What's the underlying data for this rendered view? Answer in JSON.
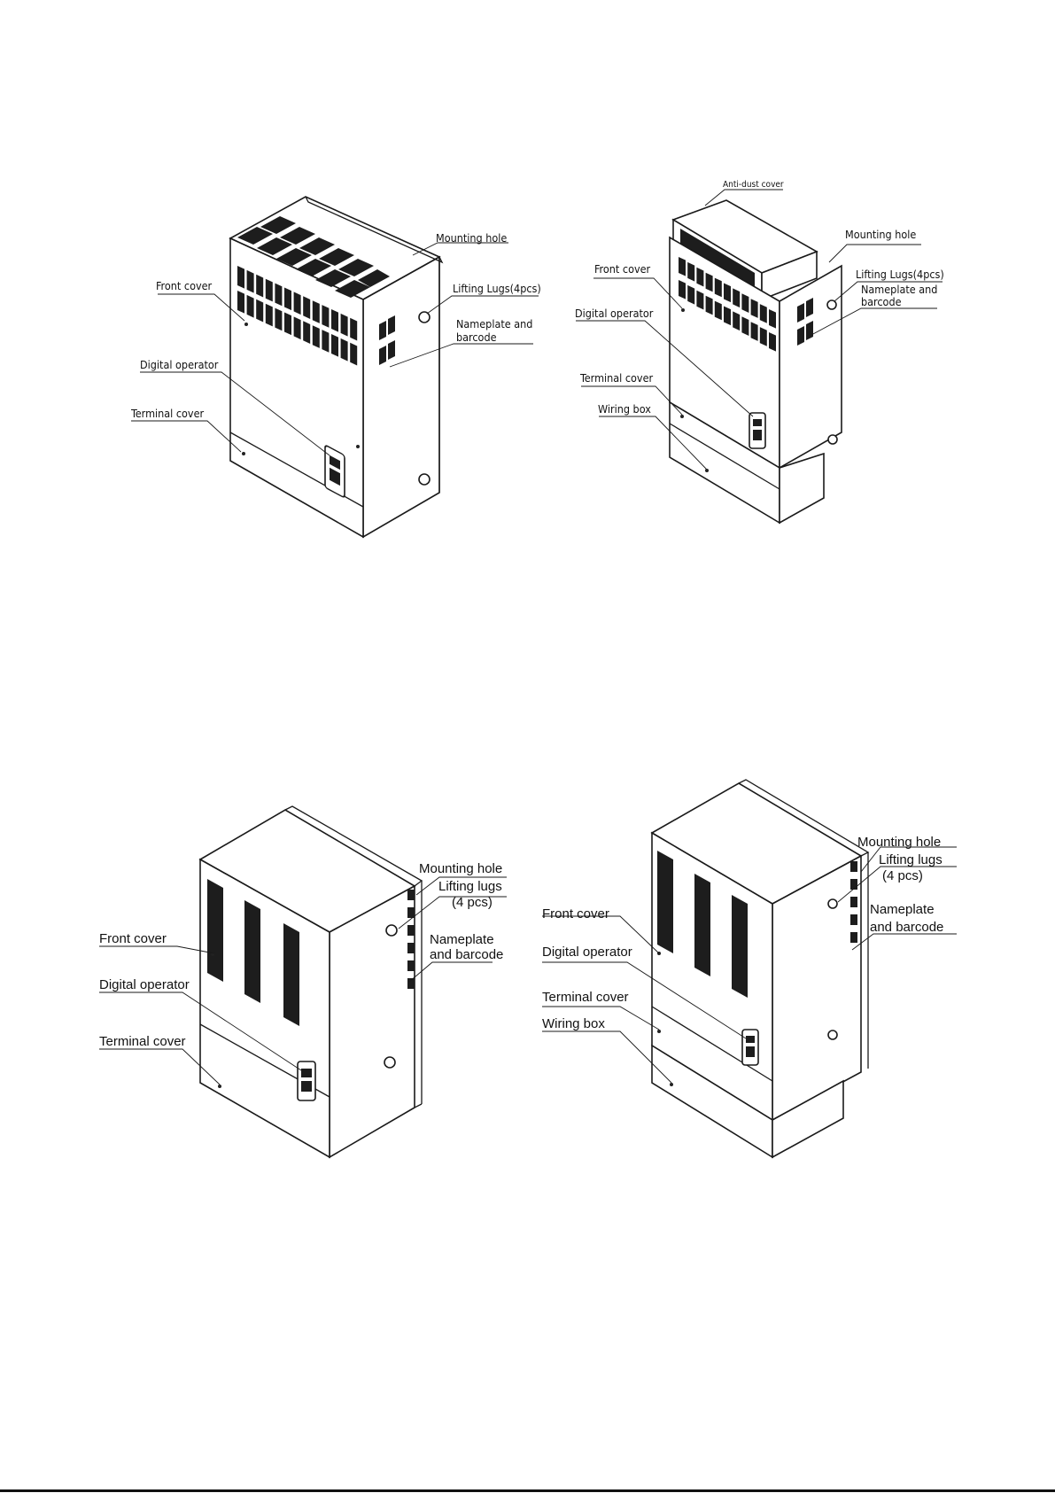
{
  "figures": [
    {
      "id": "fig-1",
      "labels": {
        "mounting_hole": "Mounting hole",
        "front_cover": "Front cover",
        "lifting_lugs": "Lifting Lugs(4pcs)",
        "nameplate_1": "Nameplate and",
        "nameplate_2": "barcode",
        "digital_operator": "Digital operator",
        "terminal_cover": "Terminal cover"
      }
    },
    {
      "id": "fig-2",
      "labels": {
        "anti_dust_cover": "Anti-dust cover",
        "mounting_hole": "Mounting hole",
        "front_cover": "Front cover",
        "lifting_lugs": "Lifting Lugs(4pcs)",
        "nameplate_1": "Nameplate and",
        "nameplate_2": "barcode",
        "digital_operator": "Digital operator",
        "terminal_cover": "Terminal cover",
        "wiring_box": "Wiring box"
      }
    },
    {
      "id": "fig-3",
      "labels": {
        "mounting_hole": "Mounting hole",
        "lifting_lugs_1": "Lifting lugs",
        "lifting_lugs_2": "(4 pcs)",
        "front_cover": "Front cover",
        "nameplate_1": "Nameplate",
        "nameplate_2": "and barcode",
        "digital_operator": "Digital operator",
        "terminal_cover": "Terminal cover"
      }
    },
    {
      "id": "fig-4",
      "labels": {
        "mounting_hole": "Mounting hole",
        "lifting_lugs_1": "Lifting lugs",
        "lifting_lugs_2": "(4 pcs)",
        "front_cover": "Front cover",
        "nameplate_1": "Nameplate",
        "nameplate_2": "and barcode",
        "digital_operator": "Digital operator",
        "terminal_cover": "Terminal cover",
        "wiring_box": "Wiring box"
      }
    }
  ]
}
